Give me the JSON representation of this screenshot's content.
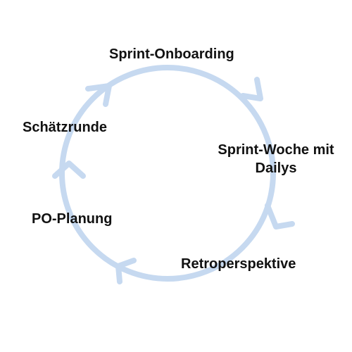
{
  "diagram": {
    "type": "cycle",
    "stroke_color": "#c6d9f0",
    "text_color": "#111111",
    "background": "#ffffff",
    "stages": [
      {
        "id": "sprint-onboarding",
        "label": "Sprint-Onboarding"
      },
      {
        "id": "sprint-woche",
        "label_line1": "Sprint-Woche mit",
        "label_line2": "Dailys"
      },
      {
        "id": "retroperspektive",
        "label": "Retroperspektive"
      },
      {
        "id": "po-planung",
        "label": "PO-Planung"
      },
      {
        "id": "schaetzrunde",
        "label": "Schätzrunde"
      }
    ],
    "arrows": [
      "arrow-right-icon",
      "arrow-down-icon",
      "arrow-left-icon",
      "arrow-up-icon",
      "arrow-up-icon"
    ]
  }
}
